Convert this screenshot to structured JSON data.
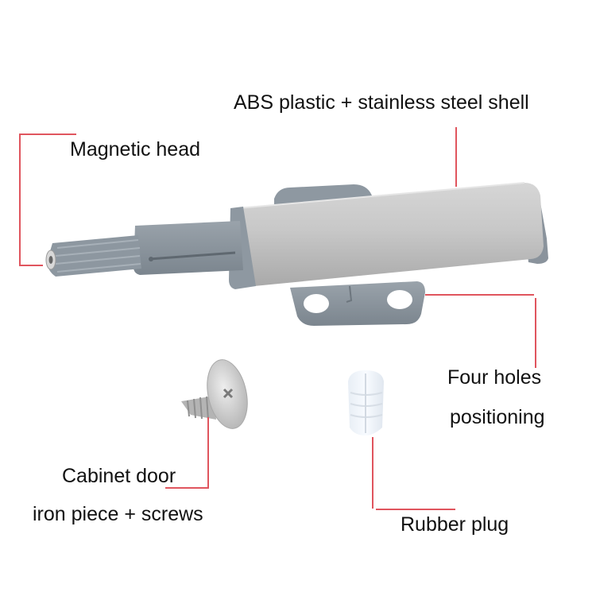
{
  "labels": {
    "shell": "ABS plastic + stainless steel shell",
    "magnetic_head": "Magnetic head",
    "four_holes_1": "Four holes",
    "four_holes_2": "positioning",
    "cabinet_1": "Cabinet door",
    "cabinet_2": "iron piece + screws",
    "rubber_plug": "Rubber plug"
  },
  "colors": {
    "leader_line": "#e0555e",
    "plastic_gray": "#8a949e",
    "steel": "#c9c9c9",
    "text": "#111111"
  },
  "parts": [
    {
      "id": "latch-body",
      "icon": "push-latch"
    },
    {
      "id": "screw",
      "icon": "flat-head-screw"
    },
    {
      "id": "plug",
      "icon": "rubber-plug"
    }
  ]
}
